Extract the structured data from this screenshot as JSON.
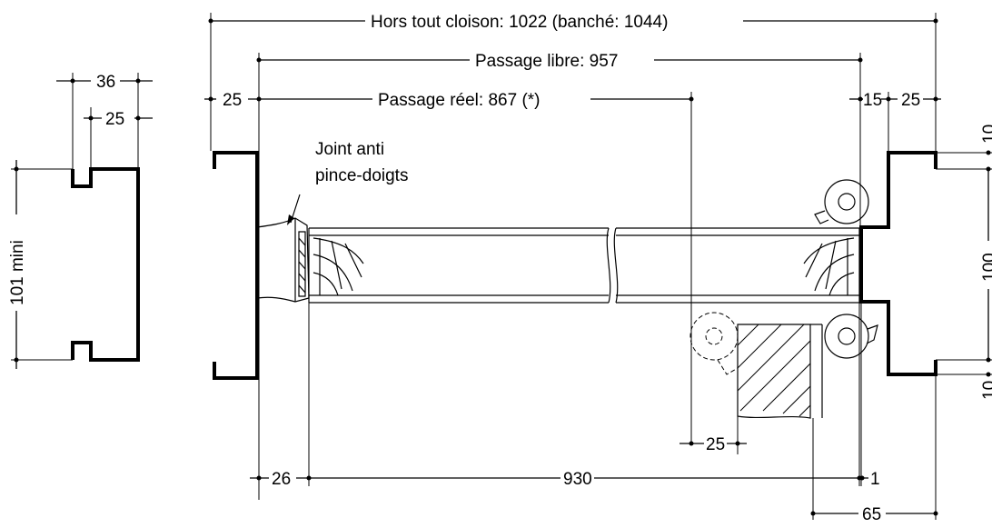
{
  "dimensions": {
    "hors_tout": "Hors tout cloison: 1022 (banché: 1044)",
    "passage_libre": "Passage libre: 957",
    "passage_reel": "Passage réel: 867 (*)",
    "d36": "36",
    "d25_profile": "25",
    "d101": "101 mini",
    "d25_left": "25",
    "d15": "15",
    "d25_right": "25",
    "d10_top": "10",
    "d100": "100",
    "d10_bottom": "10",
    "d25_bottom": "25",
    "d26": "26",
    "d930": "930",
    "d1": "1",
    "d65": "65"
  },
  "annotations": {
    "joint_line1": "Joint anti",
    "joint_line2": "pince-doigts"
  }
}
